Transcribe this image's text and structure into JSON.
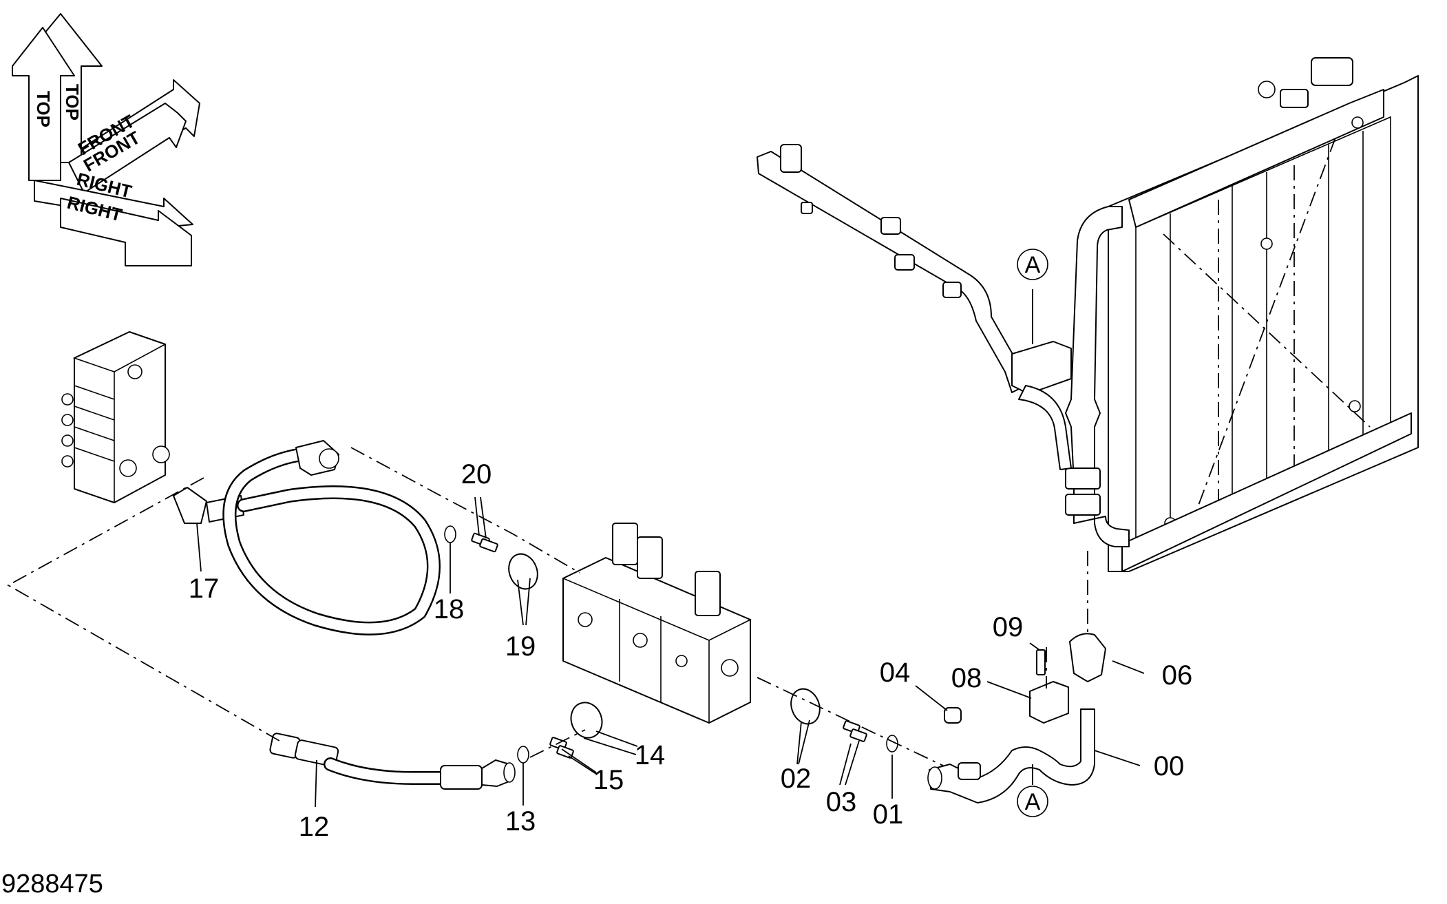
{
  "orientation_indicator": {
    "top": "TOP",
    "front": "FRONT",
    "right": "RIGHT"
  },
  "callouts": {
    "p00": "00",
    "p01": "01",
    "p02": "02",
    "p03": "03",
    "p04": "04",
    "p06": "06",
    "p08": "08",
    "p09": "09",
    "p12": "12",
    "p13": "13",
    "p14": "14",
    "p15": "15",
    "p17": "17",
    "p18": "18",
    "p19": "19",
    "p20": "20"
  },
  "reference_marks": {
    "upper": "A",
    "lower": "A"
  },
  "drawing_number": "9288475"
}
